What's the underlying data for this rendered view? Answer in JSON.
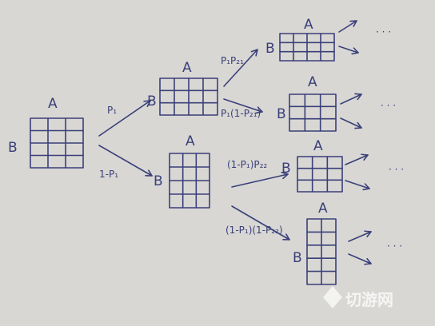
{
  "matrices": {
    "root": {
      "row_label": "B",
      "col_label": "A",
      "rows": 4,
      "cols": 3
    },
    "m1_upper": {
      "row_label": "B",
      "col_label": "A",
      "rows": 3,
      "cols": 4
    },
    "m1_lower": {
      "row_label": "B",
      "col_label": "A",
      "rows": 4,
      "cols": 3
    },
    "m2_a": {
      "row_label": "B",
      "col_label": "A",
      "rows": 3,
      "cols": 4
    },
    "m2_b": {
      "row_label": "B",
      "col_label": "A",
      "rows": 3,
      "cols": 3
    },
    "m2_c": {
      "row_label": "B",
      "col_label": "A",
      "rows": 3,
      "cols": 3
    },
    "m2_d": {
      "row_label": "B",
      "col_label": "A",
      "rows": 5,
      "cols": 2
    }
  },
  "edges": {
    "root_to_upper": "P₁",
    "root_to_lower": "1-P₁",
    "upper_to_a": "P₁P₂₁",
    "upper_to_b": "P₁(1-P₂₁)",
    "lower_to_c": "(1-P₁)P₂₂",
    "lower_to_d": "(1-P₁)(1-P₂₂)"
  },
  "continuation": "· · ·",
  "watermark": "切游网",
  "colors": {
    "ink": "#3a3f78",
    "paper": "#d8d7d4"
  }
}
